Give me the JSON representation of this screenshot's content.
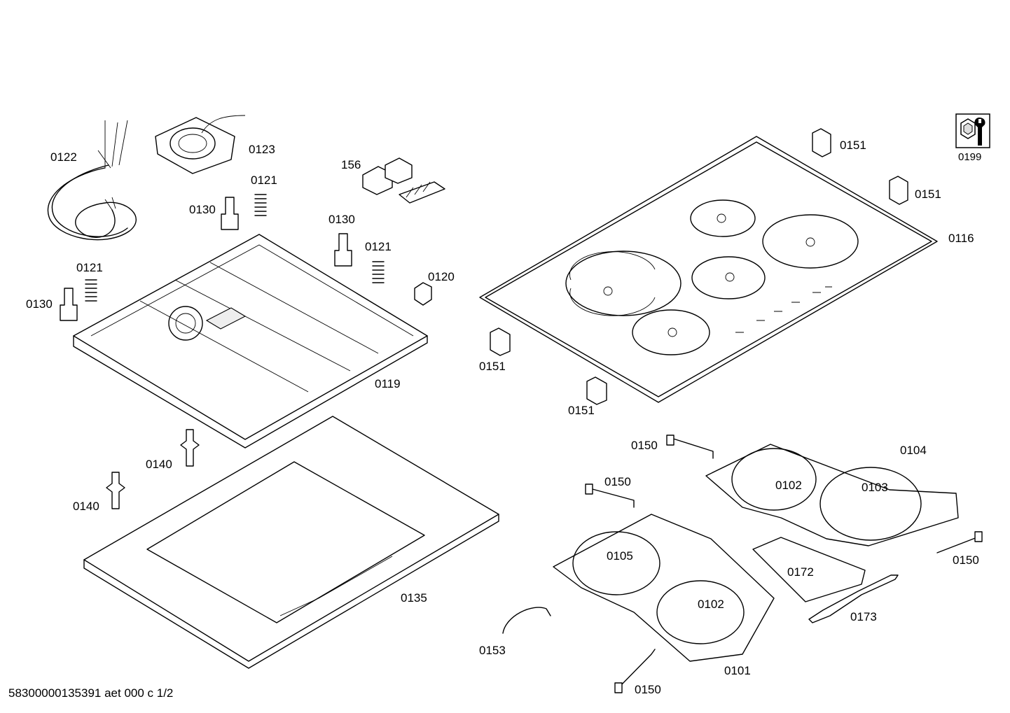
{
  "document_id": "58300000135391 aet 000 c 1/2",
  "service_icon_label": "0199",
  "part_labels": {
    "p0122": "0122",
    "p0123": "0123",
    "p156": "156",
    "p0121_a": "0121",
    "p0121_b": "0121",
    "p0121_c": "0121",
    "p0130_a": "0130",
    "p0130_b": "0130",
    "p0130_c": "0130",
    "p0120": "0120",
    "p0119": "0119",
    "p0140_a": "0140",
    "p0140_b": "0140",
    "p0135": "0135",
    "p0151_a": "0151",
    "p0151_b": "0151",
    "p0151_c": "0151",
    "p0151_d": "0151",
    "p0116": "0116",
    "p0150_a": "0150",
    "p0150_b": "0150",
    "p0150_c": "0150",
    "p0150_d": "0150",
    "p0104": "0104",
    "p0102_a": "0102",
    "p0102_b": "0102",
    "p0103": "0103",
    "p0105": "0105",
    "p0172": "0172",
    "p0173": "0173",
    "p0153": "0153",
    "p0101": "0101"
  }
}
